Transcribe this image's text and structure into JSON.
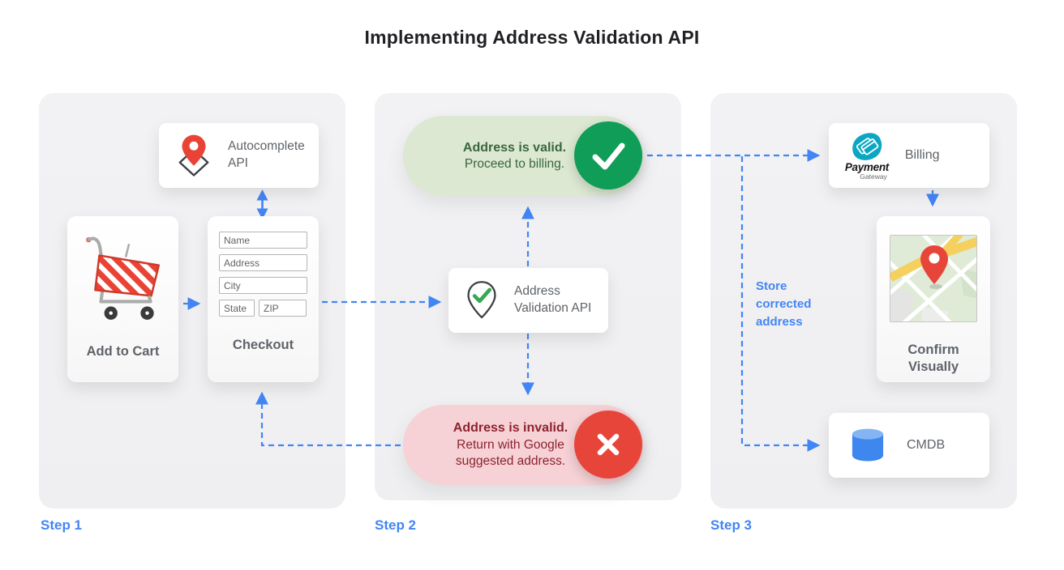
{
  "title": "Implementing Address Validation API",
  "steps": {
    "step1": {
      "label": "Step 1",
      "autocomplete_card": {
        "label": "Autocomplete API",
        "icon": "map-pin-diamond-icon"
      },
      "add_to_cart_card": {
        "label": "Add to Cart",
        "icon": "shopping-cart-icon"
      },
      "checkout_card": {
        "label": "Checkout",
        "fields": [
          "Name",
          "Address",
          "City",
          "State",
          "ZIP"
        ]
      }
    },
    "step2": {
      "label": "Step 2",
      "valid_banner": {
        "title": "Address is valid.",
        "subtitle": "Proceed to billing.",
        "icon": "check-icon"
      },
      "validation_card": {
        "label": "Address Validation API",
        "icon": "map-pin-check-icon"
      },
      "invalid_banner": {
        "title": "Address is invalid.",
        "subtitle": "Return with Google suggested address.",
        "icon": "x-icon"
      }
    },
    "step3": {
      "label": "Step 3",
      "billing_card": {
        "label": "Billing",
        "logo_text": "Payment",
        "logo_subtext": "Gateway",
        "icon": "payment-gateway-logo"
      },
      "confirm_card": {
        "label": "Confirm Visually",
        "icon": "map-thumbnail"
      },
      "cmdb_card": {
        "label": "CMDB",
        "icon": "database-cylinder-icon"
      },
      "store_note": "Store corrected address"
    }
  },
  "colors": {
    "accent_blue": "#4285f4",
    "success_green": "#0f9d58",
    "error_red": "#e8453a",
    "valid_bg": "#dce8d2",
    "valid_text": "#39663f",
    "invalid_bg": "#f6d1d5",
    "invalid_text": "#8d232e",
    "gray_text": "#5f6368",
    "ink": "#202124"
  }
}
